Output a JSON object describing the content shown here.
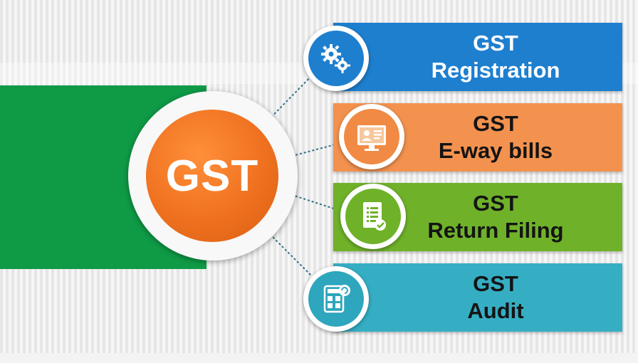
{
  "hub": {
    "label": "GST"
  },
  "services": [
    {
      "line1": "GST",
      "line2": "Registration",
      "color": "#1e7fcf",
      "icon_color": "#1e7fcf",
      "icon": "gears-icon",
      "text_color": "#ffffff"
    },
    {
      "line1": "GST",
      "line2": "E-way bills",
      "color": "#f3924f",
      "icon_color": "#f08a44",
      "icon": "monitor-profile-icon",
      "text_color": "#141414"
    },
    {
      "line1": "GST",
      "line2": "Return Filing",
      "color": "#6fb22a",
      "icon_color": "#6fb22a",
      "icon": "document-check-icon",
      "text_color": "#141414"
    },
    {
      "line1": "GST",
      "line2": "Audit",
      "color": "#35aec4",
      "icon_color": "#2ea6bd",
      "icon": "calculator-icon",
      "text_color": "#141414"
    }
  ],
  "colors": {
    "green_band": "#0f9a46",
    "hub_orange": "#ef7120",
    "connector": "#2f6f86"
  }
}
